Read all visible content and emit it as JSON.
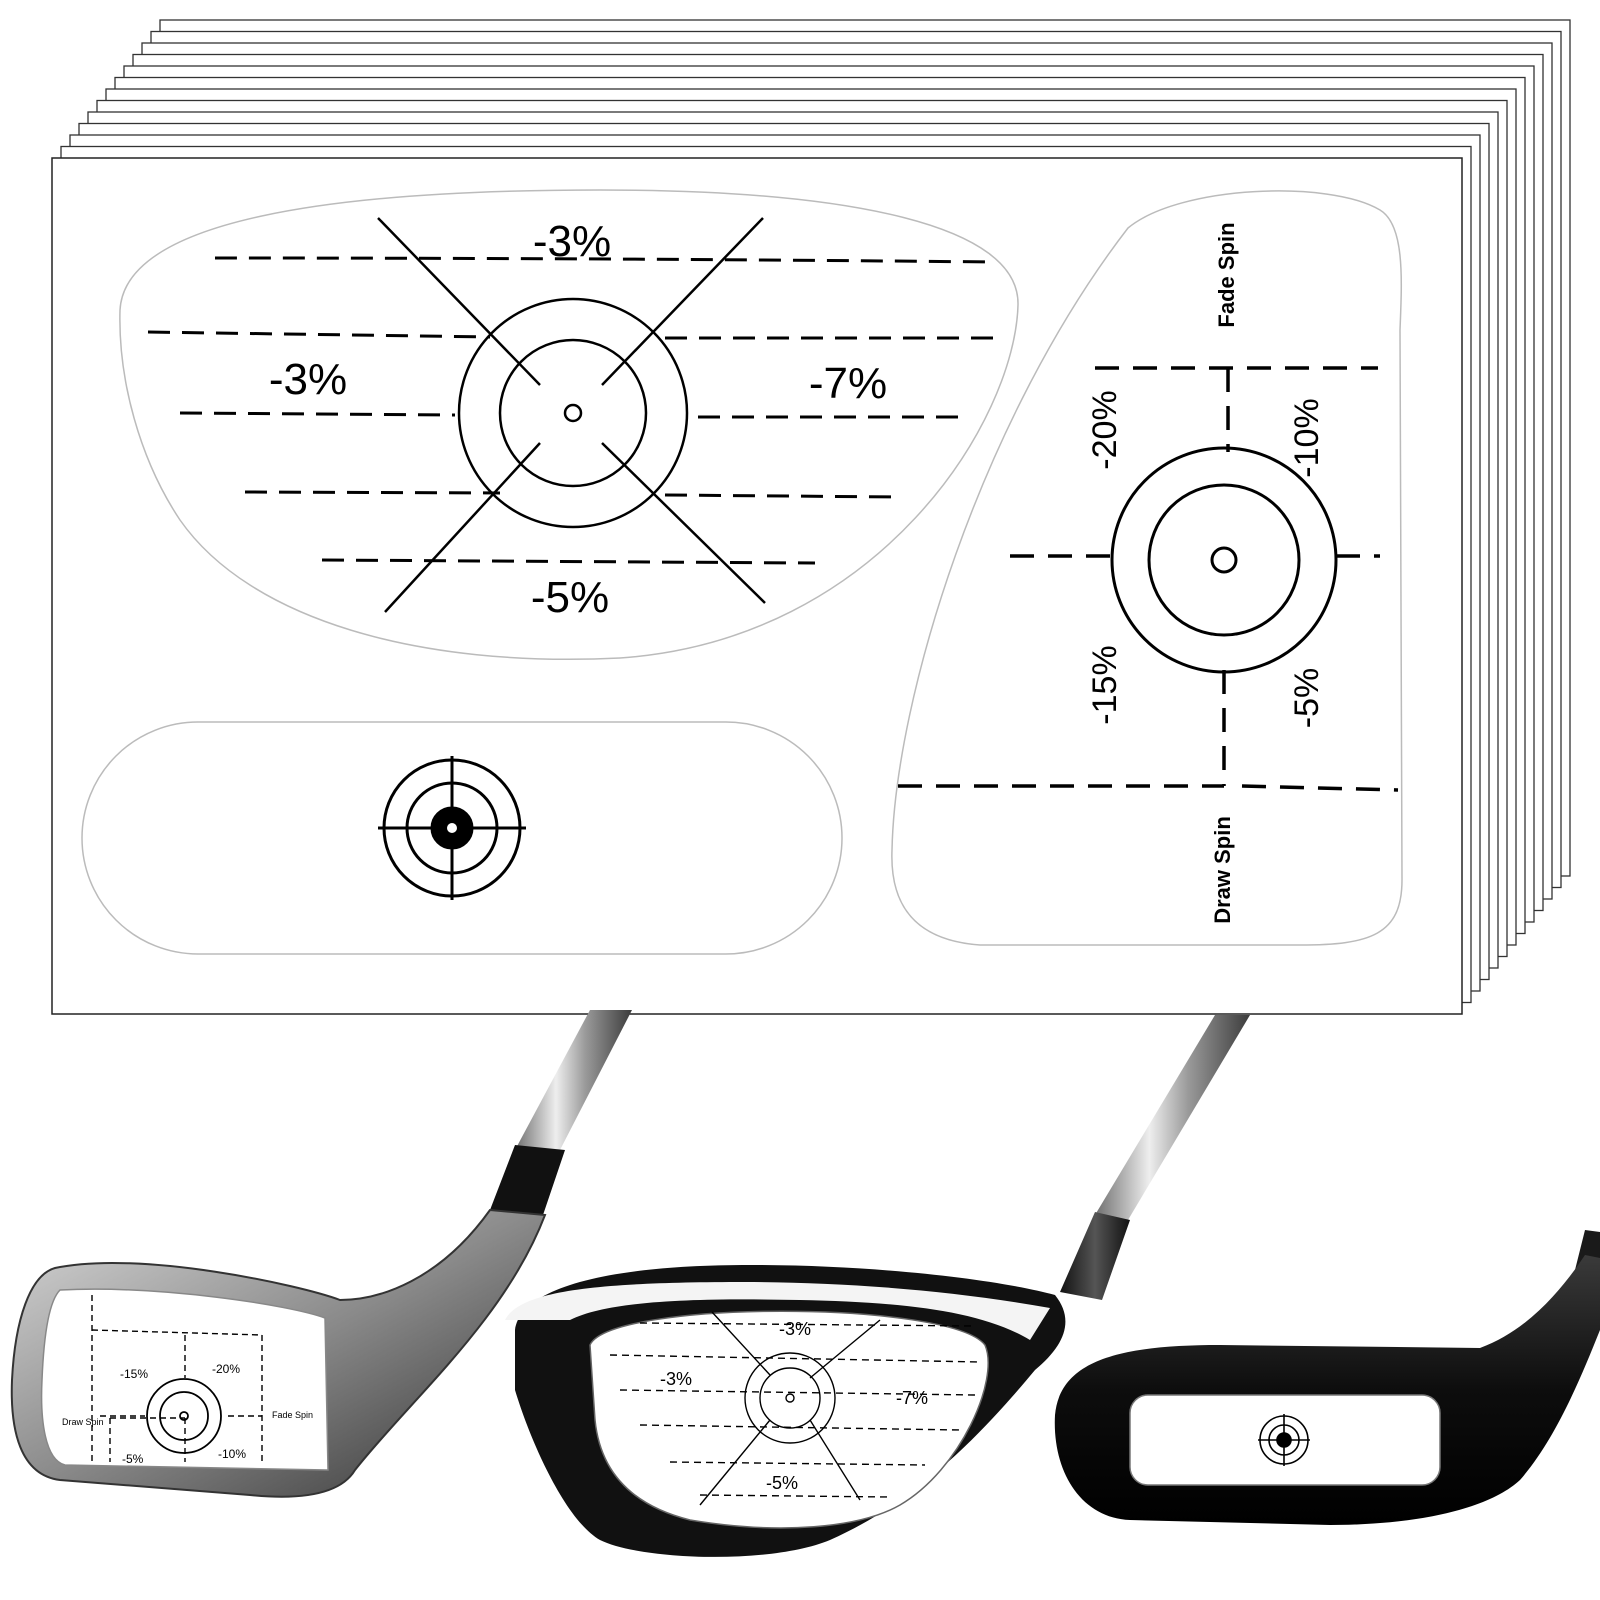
{
  "driver_sticker": {
    "label_top": "-3%",
    "label_left": "-3%",
    "label_right": "-7%",
    "label_bottom": "-5%"
  },
  "iron_sticker": {
    "fade_label": "Fade Spin",
    "draw_label": "Draw Spin",
    "label_upper_left": "-20%",
    "label_upper_right": "-10%",
    "label_lower_left": "-15%",
    "label_lower_right": "-5%"
  },
  "hybrid_sticker": {
    "icon": "crosshair-target-icon"
  },
  "sheet_stack": {
    "visible_sheet_count": 12
  },
  "clubs": {
    "iron_face": {
      "draw_label": "Draw Spin",
      "fade_label": "Fade Spin",
      "label_upper_left": "-15%",
      "label_upper_right": "-20%",
      "label_lower_left": "-5%",
      "label_lower_right": "-10%"
    },
    "driver_face": {
      "label_top": "-3%",
      "label_left": "-3%",
      "label_right": "-7%",
      "label_bottom": "-5%"
    },
    "hybrid_face": {
      "icon": "crosshair-target-icon"
    }
  }
}
